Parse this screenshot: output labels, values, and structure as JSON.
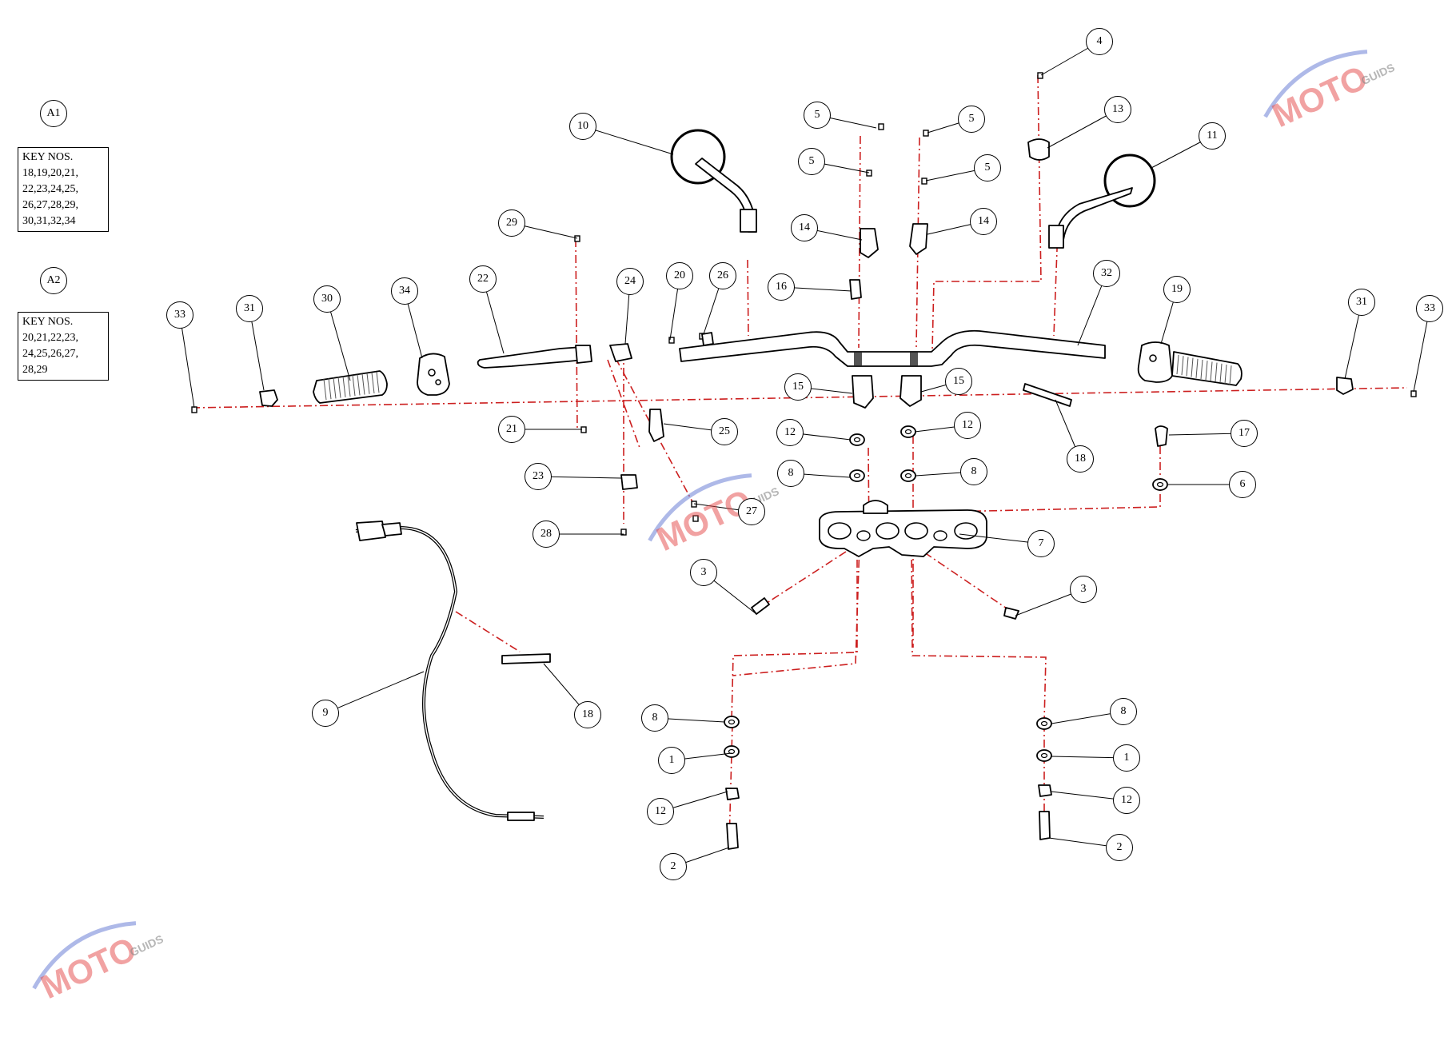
{
  "diagram": {
    "assembly_labels": [
      "A1",
      "A2"
    ],
    "key_boxes": [
      {
        "title": "KEY NOS.",
        "lines": [
          "18,19,20,21,",
          "22,23,24,25,",
          "26,27,28,29,",
          "30,31,32,34"
        ]
      },
      {
        "title": "KEY NOS.",
        "lines": [
          "20,21,22,23,",
          "24,25,26,27,",
          "28,29"
        ]
      }
    ],
    "callouts": [
      "1",
      "1",
      "2",
      "2",
      "3",
      "3",
      "4",
      "5",
      "5",
      "5",
      "5",
      "6",
      "7",
      "8",
      "8",
      "8",
      "8",
      "9",
      "10",
      "11",
      "12",
      "12",
      "12",
      "12",
      "13",
      "14",
      "14",
      "15",
      "15",
      "16",
      "17",
      "18",
      "18",
      "19",
      "20",
      "21",
      "22",
      "23",
      "24",
      "25",
      "26",
      "27",
      "28",
      "29",
      "30",
      "31",
      "31",
      "32",
      "33",
      "33",
      "34"
    ],
    "watermark": {
      "brand": "MOTO",
      "sub": "GUIDS"
    },
    "colors": {
      "leader": "#000000",
      "centerline": "#cc1f1f",
      "watermark_red": "#e54848",
      "watermark_blue": "#6c7fd6"
    }
  }
}
